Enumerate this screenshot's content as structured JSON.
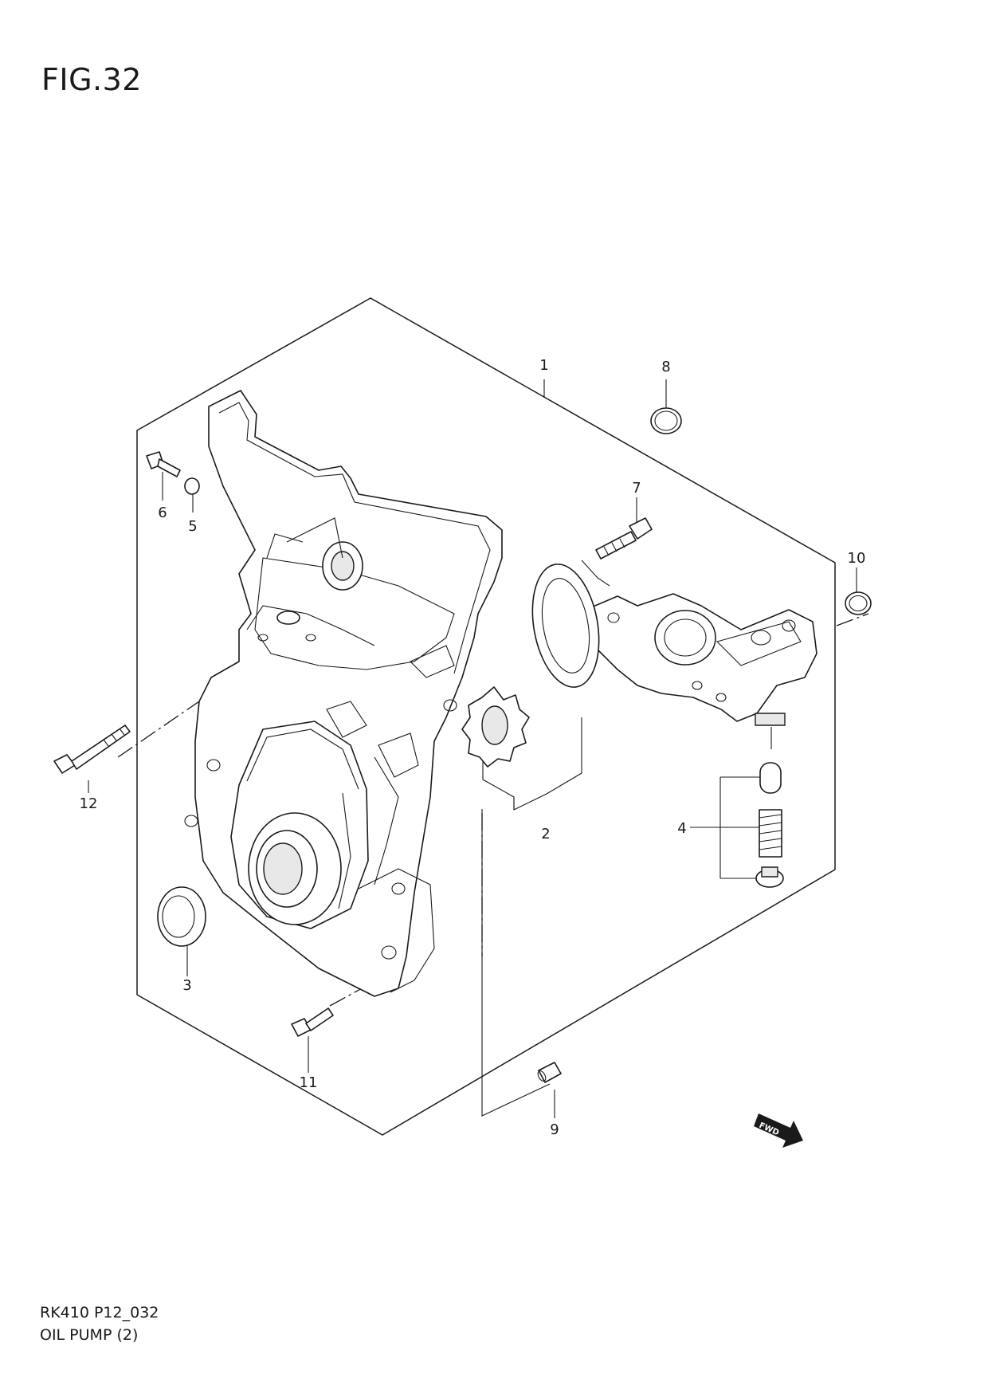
{
  "figure": {
    "title": "FIG.32"
  },
  "footer": {
    "code": "RK410 P12_032",
    "name": "OIL PUMP (2)"
  },
  "callouts": {
    "c1": "1",
    "c2": "2",
    "c3": "3",
    "c4": "4",
    "c5": "5",
    "c6": "6",
    "c7": "7",
    "c8": "8",
    "c9": "9",
    "c10": "10",
    "c11": "11",
    "c12": "12"
  },
  "fwd_label": "FWD"
}
